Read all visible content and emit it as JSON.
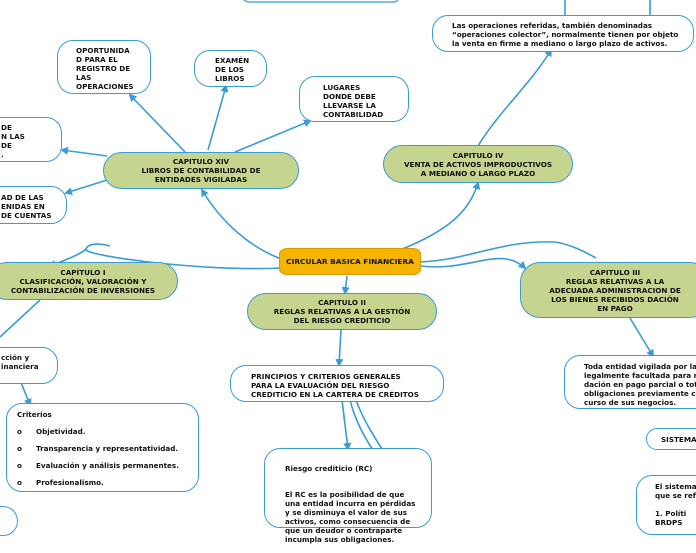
{
  "center": {
    "label": "CIRCULAR BASICA FINANCIERA"
  },
  "chapters": {
    "cap14": "CAPITULO XIV\nLIBROS DE CONTABILIDAD DE\nENTIDADES VIGILADAS",
    "cap4": "CAPITULO IV\nVENTA DE ACTIVOS IMPRODUCTIVOS\nA MEDIANO O LARGO PLAZO",
    "cap1": "CAPÍTULO I\nCLASIFICACIÓN, VALORACIÓN Y\nCONTABILIZACIÓN DE INVERSIONES",
    "cap2": "CAPITULO II\nREGLAS RELATIVAS A LA GESTIÓN\nDEL RIESGO CREDITICIO",
    "cap3": "CAPITULO III\nREGLAS RELATIVAS A LA\nADECUADA ADMINISTRACION DE\nLOS BIENES RECIBIDOS DACIÓN\nEN PAGO"
  },
  "leaves": {
    "oportunidad": "OPORTUNIDA\nD PARA EL\nREGISTRO DE\nLAS\nOPERACIONES",
    "examen": "EXAMÉN\nDE LOS\nLIBROS",
    "lugares": "LUGARES\nDONDE DEBE\nLLEVARSE LA\nCONTABILIDAD",
    "left_a": "DE\nN LAS\nDE\n.",
    "left_b": "AD DE LAS\nENIDAS EN\nDE CUENTAS",
    "operaciones": "Las operaciones referidas, también denominadas\n“operaciones colector”, normalmente tienen por objeto\nla venta en firme a mediano o largo plazo de activos.",
    "principios": "PRINCIPIOS Y CRITERIOS GENERALES\nPARA LA EVALUACIÓN DEL RIESGO\nCREDITICIO EN LA CARTERA DE CRÉDITOS",
    "riesgo_title": "Riesgo crediticio (RC)",
    "riesgo_body": "El RC es la posibilidad de que\nuna entidad incurra en pérdidas\ny se disminuya el valor de sus\nactivos, como consecuencia de\nque un deudor o contraparte\nincumpla sus obligaciones.",
    "toda_entidad": "Toda entidad vigilada por la S\nlegalmente facultada para re\ndación en pago parcial o tota\nobligaciones previamente co\ncurso de sus negocios.",
    "seccion": "cción y\ninanciera",
    "sistema": "SISTEMA",
    "el_sistema": "El sistema\nque se refl\n\n1.     Políti\nBRDPS"
  },
  "criterios": {
    "title": "Criterios",
    "bullet": "o",
    "items": [
      "Objetividad.",
      "Transparencia y representatividad.",
      "Evaluación y análisis permanentes.",
      "Profesionalismo."
    ]
  },
  "colors": {
    "link": "#3a9bd5",
    "chapter_fill": "#c5d48f",
    "center_fill": "#f4b400"
  }
}
